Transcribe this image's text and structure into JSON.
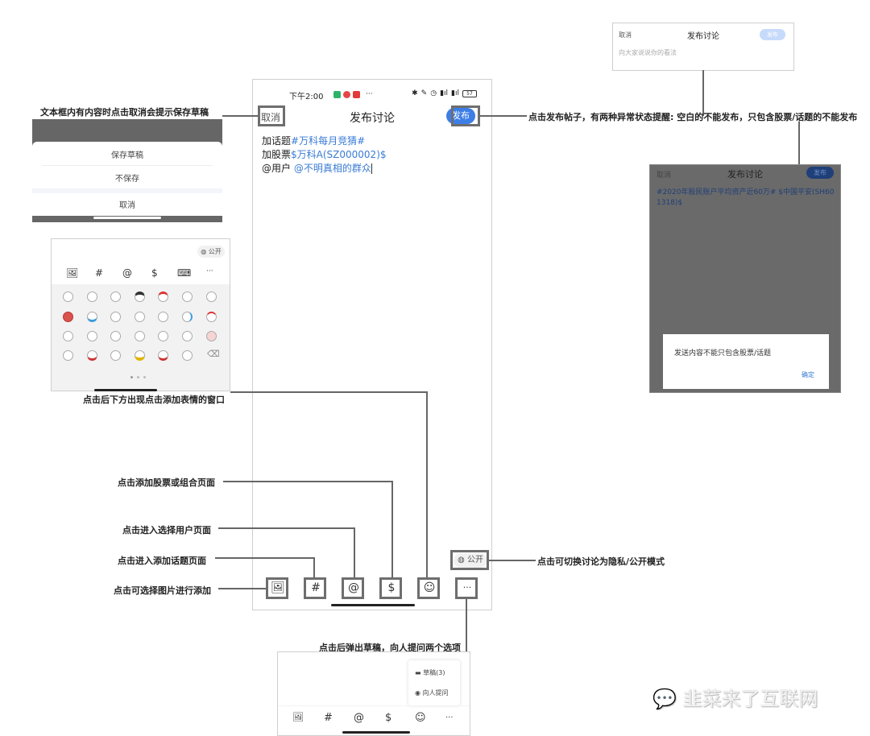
{
  "annotations": {
    "cancel_note": "文本框内有内容时点击取消会提示保存草稿",
    "publish_note": "点击发布帖子，有两种异常状态提醒: 空白的不能发布，只包含股票/话题的不能发布",
    "emoji_note": "点击后下方出现点击添加表情的窗口",
    "stock_note": "点击添加股票或组合页面",
    "user_note": "点击进入选择用户页面",
    "topic_note": "点击进入添加话题页面",
    "image_note": "点击可选择图片进行添加",
    "privacy_note": "点击可切换讨论为隐私/公开模式",
    "more_note": "点击后弹出草稿，向人提问两个选项"
  },
  "phone": {
    "status": {
      "time": "下午2:00",
      "more": "···",
      "battery": "57"
    },
    "nav": {
      "cancel": "取消",
      "title": "发布讨论",
      "publish": "发布"
    },
    "content": {
      "line1_prefix": "加话题",
      "line1_value": "#万科每月竞猜#",
      "line2_prefix": "加股票",
      "line2_value": "$万科A(SZ000002)$",
      "line3_prefix": "@用户 ",
      "line3_value": "@不明真相的群众"
    },
    "privacy": "公开",
    "toolbar": {
      "image": "🖼",
      "topic": "#",
      "user": "@",
      "stock": "$",
      "emoji": "☺",
      "more": "···"
    }
  },
  "save_dialog": {
    "save": "保存草稿",
    "discard": "不保存",
    "cancel": "取消"
  },
  "emoji_panel": {
    "privacy": "公开",
    "bar": {
      "image": "🖼",
      "topic": "#",
      "user": "@",
      "stock": "$",
      "keyboard": "⌨",
      "more": "···"
    },
    "delete": "⌫"
  },
  "empty_state": {
    "cancel": "取消",
    "title": "发布讨论",
    "publish": "发布",
    "placeholder": "向大家说说你的看法"
  },
  "topic_only_state": {
    "cancel": "取消",
    "title": "发布讨论",
    "publish": "发布",
    "content": "#2020年股民账户平均资产近60万# $中国平安(SH601318)$",
    "alert_message": "发送内容不能只包含股票/话题",
    "alert_confirm": "确定"
  },
  "more_panel": {
    "draft": "草稿(3)",
    "ask": "向人提问",
    "toolbar": {
      "image": "🖼",
      "topic": "#",
      "user": "@",
      "stock": "$",
      "emoji": "☺",
      "more": "···"
    }
  },
  "watermark": "韭菜来了互联网",
  "colors": {
    "accent": "#3d7ee6",
    "link": "#3a7bd5",
    "dim": "#6a6a6a",
    "line": "#666666"
  }
}
